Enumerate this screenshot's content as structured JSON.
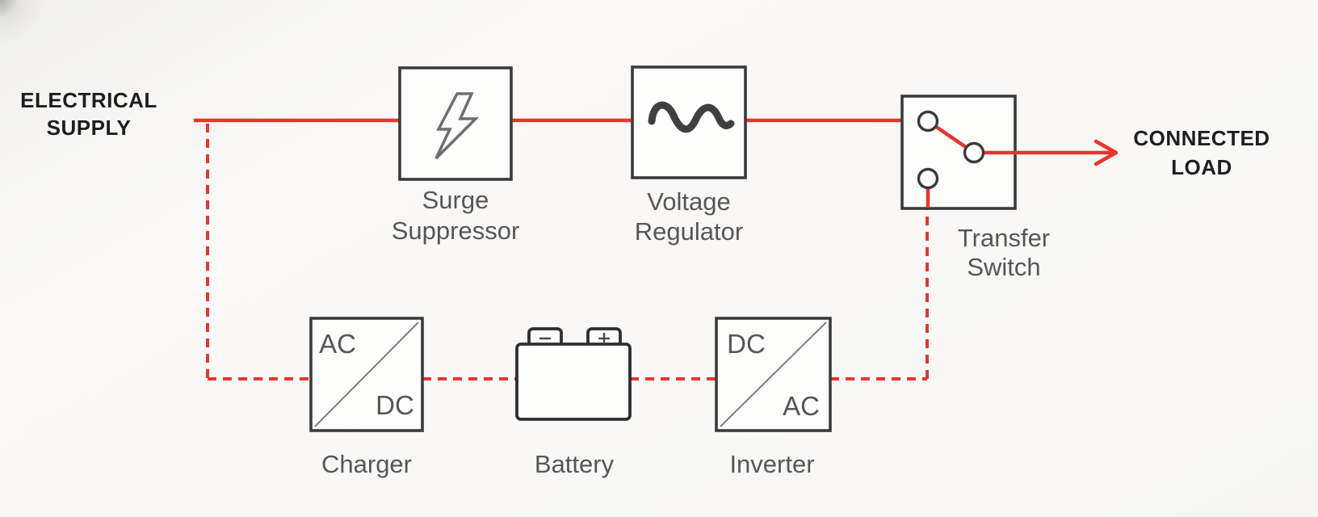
{
  "colors": {
    "wire_red": "#e8352e",
    "box_border": "#3b3b3b",
    "label_gray": "#565656",
    "endpoint_text": "#1e1e1e",
    "background": "#f8f7f5"
  },
  "endpoints": {
    "supply": {
      "line1": "ELECTRICAL",
      "line2": "SUPPLY"
    },
    "load": {
      "line1": "CONNECTED",
      "line2": "LOAD"
    }
  },
  "components": {
    "surge": {
      "line1": "Surge",
      "line2": "Suppressor"
    },
    "regulator": {
      "line1": "Voltage",
      "line2": "Regulator"
    },
    "switch": {
      "line1": "Transfer",
      "line2": "Switch"
    },
    "charger": {
      "label": "Charger",
      "corner_top": "AC",
      "corner_bottom": "DC"
    },
    "battery": {
      "label": "Battery"
    },
    "inverter": {
      "label": "Inverter",
      "corner_top": "DC",
      "corner_bottom": "AC"
    }
  },
  "icons": {
    "surge": "lightning-bolt-icon",
    "regulator": "sine-wave-icon",
    "switch": "switch-contacts-icon",
    "battery": "battery-icon",
    "battery_negative": "minus-terminal-icon",
    "battery_positive": "plus-terminal-icon",
    "load_arrow": "arrow-right-icon"
  }
}
